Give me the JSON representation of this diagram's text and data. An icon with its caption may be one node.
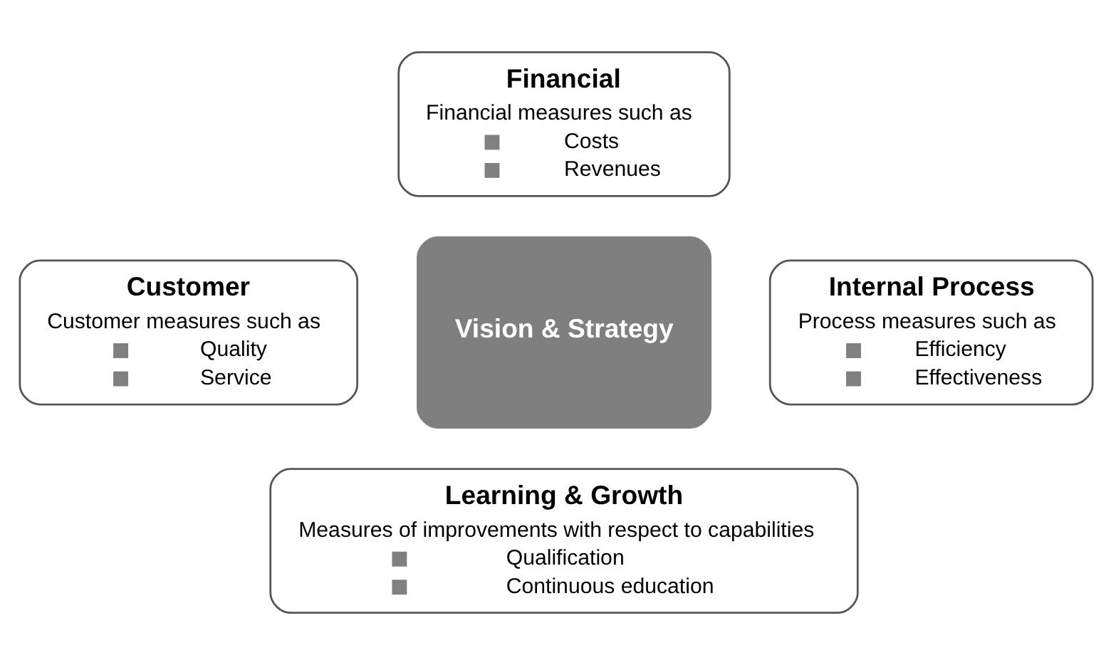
{
  "diagram": {
    "nodes": [
      {
        "text": [
          "Financial",
          "Financial measures such as",
          "Costs",
          "Revenues"
        ]
      },
      {
        "text": [
          "Customer",
          "Customer measures such as",
          "Quality",
          "Service"
        ]
      },
      {
        "text": [
          "Vision & Strategy"
        ]
      },
      {
        "text": [
          "Internal Process",
          "Process measures such as",
          "Efficiency",
          "Effectiveness"
        ]
      },
      {
        "text": [
          "Learning & Growth",
          "Measures of improvements with respect to capabilities",
          "Qualification",
          "Continuous education"
        ]
      }
    ]
  }
}
